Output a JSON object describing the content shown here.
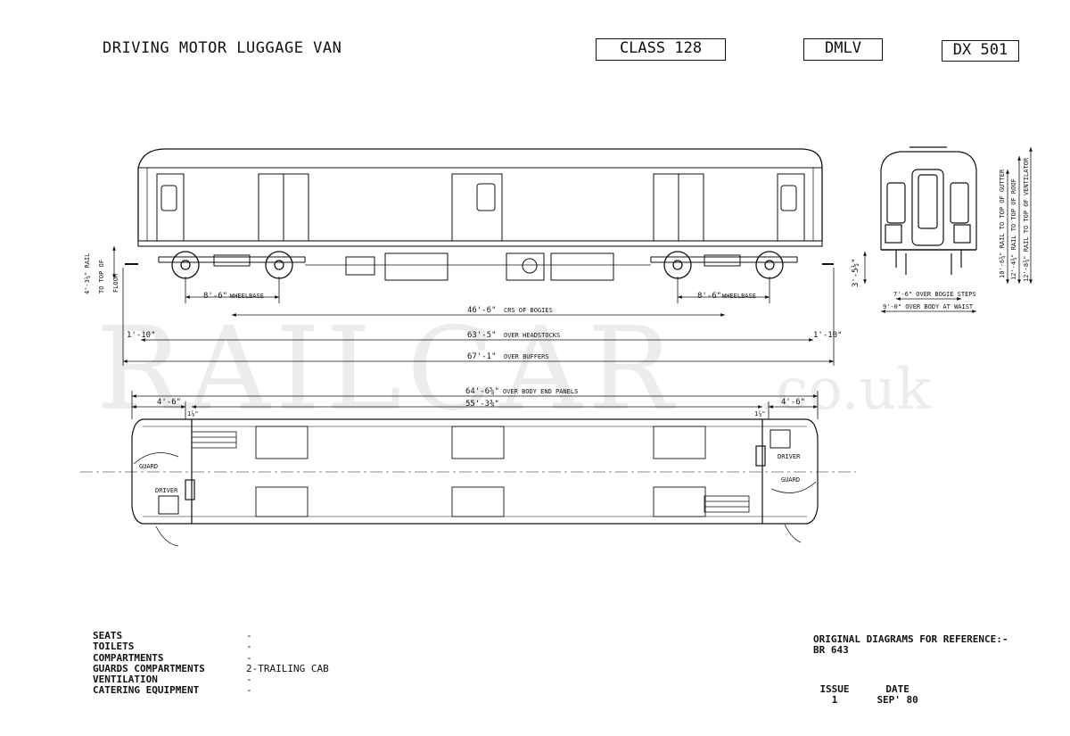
{
  "header": {
    "title": "DRIVING MOTOR LUGGAGE VAN",
    "class_label": "CLASS 128",
    "type_code": "DMLV",
    "diagram_no": "DX 501"
  },
  "watermark": {
    "main": "RAILCAR",
    "suffix": ".co.uk"
  },
  "side_elevation": {
    "floor_height_1": "4'-3¼\" RAIL",
    "floor_height_2": "TO TOP OF",
    "floor_height_3": "FLOOR",
    "wheelbase_left": "8'-6\"",
    "wheelbase_left_label": "WHEELBASE",
    "wheelbase_right": "8'-6\"",
    "wheelbase_right_label": "WHEELBASE",
    "crs_bogies": "46'-6\"",
    "crs_bogies_label": "CRS OF BOGIES",
    "over_headstocks": "63'-5\"",
    "over_headstocks_label": "OVER HEADSTOCKS",
    "over_buffers": "67'-1\"",
    "over_buffers_label": "OVER BUFFERS",
    "overhang_left": "1'-10\"",
    "overhang_right": "1'-10\""
  },
  "end_elevation": {
    "buffer_height": "3'-5½\"",
    "gutter": "10'-6¾\" RAIL TO TOP OF GUTTER",
    "roof": "12'-4¾\" RAIL TO TOP OF ROOF",
    "ventilator": "12'-8¾\" RAIL TO TOP OF VENTILATOR",
    "bogie_steps": "7'-6\" OVER BOGIE STEPS",
    "body_waist": "9'-0\" OVER BODY AT WAIST"
  },
  "plan_view": {
    "over_end_panels": "64'-6⅝\"",
    "over_end_panels_label": "OVER BODY END PANELS",
    "inner_length": "55'-3⅜\"",
    "end_left": "4'-6\"",
    "end_right": "4'-6\"",
    "small_left": "1⅞\"",
    "small_right": "1⅞\"",
    "guard_label": "GUARD",
    "driver_label": "DRIVER"
  },
  "specs": [
    {
      "key": "SEATS",
      "value": "-"
    },
    {
      "key": "TOILETS",
      "value": "-"
    },
    {
      "key": "COMPARTMENTS",
      "value": "-"
    },
    {
      "key": "GUARDS COMPARTMENTS",
      "value": "2-TRAILING CAB"
    },
    {
      "key": "VENTILATION",
      "value": "-"
    },
    {
      "key": "CATERING EQUIPMENT",
      "value": "-"
    }
  ],
  "reference": {
    "line1": "ORIGINAL DIAGRAMS FOR REFERENCE:-",
    "line2": "BR 643"
  },
  "issue": {
    "issue_label": "ISSUE",
    "issue_value": "1",
    "date_label": "DATE",
    "date_value": "SEP' 80"
  }
}
